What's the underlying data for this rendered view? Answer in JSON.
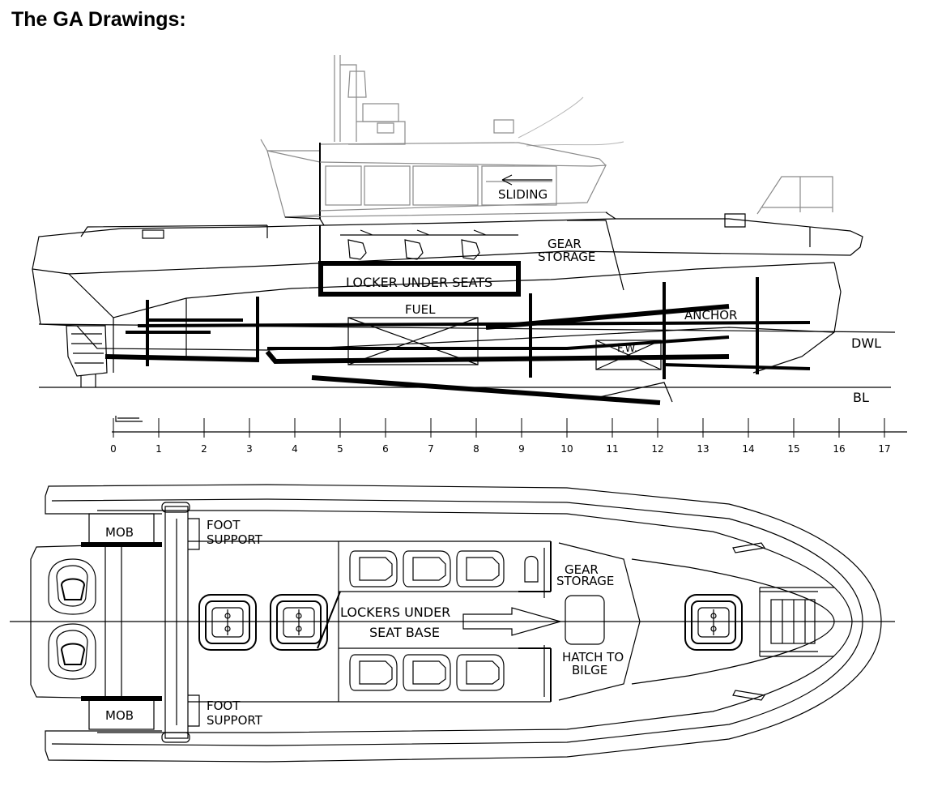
{
  "title": "The GA Drawings:",
  "profile": {
    "sliding": "SLIDING",
    "gear_storage_1": "GEAR",
    "gear_storage_2": "STORAGE",
    "locker": "LOCKER UNDER  SEATS",
    "fuel": "FUEL",
    "anchor": "ANCHOR",
    "fw": "F.W.",
    "dwl": "DWL",
    "bl": "BL"
  },
  "scale": {
    "ticks": [
      "0",
      "1",
      "2",
      "3",
      "4",
      "5",
      "6",
      "7",
      "8",
      "9",
      "10",
      "11",
      "12",
      "13",
      "14",
      "15",
      "16",
      "17"
    ]
  },
  "plan": {
    "mob_top": "MOB",
    "mob_bottom": "MOB",
    "foot_top_1": "FOOT",
    "foot_top_2": "SUPPORT",
    "foot_bottom_1": "FOOT",
    "foot_bottom_2": "SUPPORT",
    "gear_1": "GEAR",
    "gear_2": "STORAGE",
    "lockers_1": "LOCKERS UNDER",
    "lockers_2": "SEAT BASE",
    "hatch_1": "HATCH TO",
    "hatch_2": "BILGE"
  }
}
